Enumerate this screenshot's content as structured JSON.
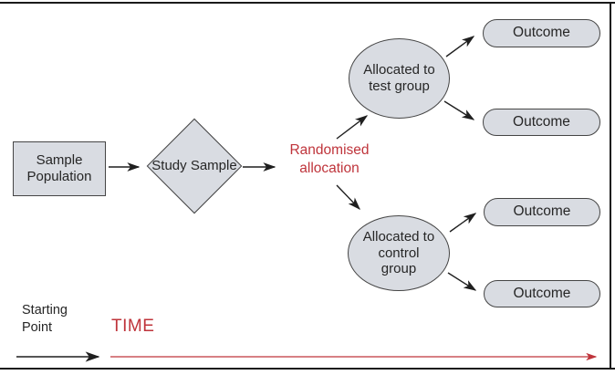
{
  "diagram_type": "randomised-controlled-trial-flow",
  "colors": {
    "node_fill": "#d9dce2",
    "node_border": "#454545",
    "text": "#262626",
    "accent_red": "#bf343b",
    "arrow_black": "#1f1f1f",
    "frame_black": "#1a1a1a"
  },
  "nodes": {
    "sample_population": {
      "label": "Sample\nPopulation",
      "shape": "rectangle"
    },
    "study_sample": {
      "label": "Study\nSample",
      "shape": "diamond"
    },
    "randomised_allocation": {
      "label": "Randomised\nallocation",
      "shape": "text"
    },
    "allocated_test": {
      "label": "Allocated to\ntest group",
      "shape": "ellipse"
    },
    "allocated_control": {
      "label": "Allocated to\ncontrol\ngroup",
      "shape": "ellipse"
    },
    "outcome_1": {
      "label": "Outcome",
      "shape": "stadium"
    },
    "outcome_2": {
      "label": "Outcome",
      "shape": "stadium"
    },
    "outcome_3": {
      "label": "Outcome",
      "shape": "stadium"
    },
    "outcome_4": {
      "label": "Outcome",
      "shape": "stadium"
    }
  },
  "edges": [
    {
      "from": "sample_population",
      "to": "study_sample"
    },
    {
      "from": "study_sample",
      "to": "randomised_allocation"
    },
    {
      "from": "randomised_allocation",
      "to": "allocated_test"
    },
    {
      "from": "randomised_allocation",
      "to": "allocated_control"
    },
    {
      "from": "allocated_test",
      "to": "outcome_1"
    },
    {
      "from": "allocated_test",
      "to": "outcome_2"
    },
    {
      "from": "allocated_control",
      "to": "outcome_3"
    },
    {
      "from": "allocated_control",
      "to": "outcome_4"
    }
  ],
  "timeline": {
    "starting_point": "Starting\nPoint",
    "time_label": "TIME"
  }
}
